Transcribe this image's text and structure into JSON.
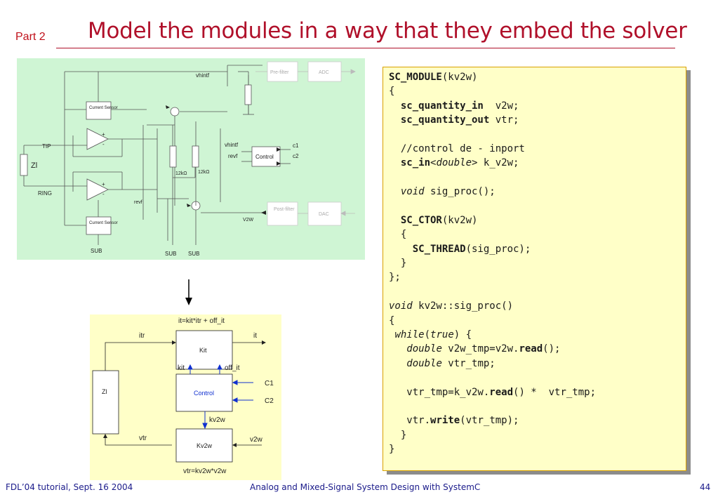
{
  "header": {
    "part": "Part 2",
    "title": "Model the modules in a way that they embed the solver"
  },
  "schematic": {
    "labels": {
      "vhintf_top": "vhintf",
      "prefilter": "Pre-filter",
      "adc": "ADC",
      "current_sensor_top": "Current Sensor",
      "current_sensor_bottom": "Current Sensor",
      "tip": "TIP",
      "zl": "Zl",
      "ring": "RING",
      "plus1": "+",
      "minus1": "-",
      "plus2": "+",
      "minus2": "-",
      "vhintf": "vhintf",
      "revf": "revf",
      "control": "Control",
      "c1": "c1",
      "c2": "c2",
      "res1": "12kΩ",
      "res2": "12kΩ",
      "revf_left": "revf",
      "postfilter": "Post-filter",
      "dac": "DAC",
      "v2w": "V2W",
      "sub1": "SUB",
      "sub2": "SUB",
      "sub3": "SUB"
    }
  },
  "block_diagram": {
    "top_eq": "it=kit*itr + off_it",
    "itr": "itr",
    "kit_block": "Kit",
    "it": "it",
    "kit": "kit",
    "off_it": "off_it",
    "zl": "Zl",
    "control": "Control",
    "c1": "C1",
    "c2": "C2",
    "kv2w": "kv2w",
    "vtr": "vtr",
    "kv2w_block": "Kv2w",
    "v2w": "v2w",
    "bottom_eq": "vtr=kv2w*v2w"
  },
  "code": {
    "lines": [
      "<b>SC_MODULE</b>(kv2w)",
      "{",
      "  <b>sc_quantity_in</b>  v2w;",
      "  <b>sc_quantity_out</b> vtr;",
      "",
      "  //control de - inport",
      "  <b>sc_in</b>&lt;<i>double</i>&gt; k_v2w;",
      "",
      "  <i>void</i> sig_proc();",
      "",
      "  <b>SC_CTOR</b>(kv2w)",
      "  {",
      "    <b>SC_THREAD</b>(sig_proc);",
      "  }",
      "};",
      "",
      "<i>void</i> kv2w::sig_proc()",
      "{",
      " <i>while</i>(<i>true</i>) {",
      "   <i>double</i> v2w_tmp=v2w.<b>read</b>();",
      "   <i>double</i> vtr_tmp;",
      "",
      "   vtr_tmp=k_v2w.<b>read</b>() *  vtr_tmp;",
      "",
      "   vtr.<b>write</b>(vtr_tmp);",
      "  }",
      "}"
    ]
  },
  "footer": {
    "left": "FDL’04 tutorial, Sept. 16 2004",
    "center": "Analog and Mixed-Signal System Design with SystemC",
    "page": "44"
  },
  "colors": {
    "title": "#b0102a",
    "schematic_bg": "#cff5d4",
    "diagram_bg": "#ffffc8",
    "code_bg": "#ffffc8",
    "footer_text": "#1a1a8a",
    "arrow_blue": "#1030d0"
  }
}
